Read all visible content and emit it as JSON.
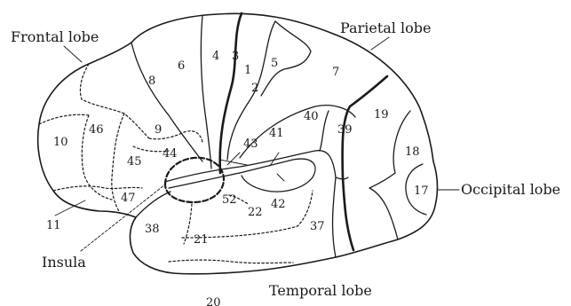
{
  "diagram": {
    "lobes": {
      "frontal": "Frontal lobe",
      "parietal": "Parietal lobe",
      "occipital": "Occipital lobe",
      "temporal": "Temporal lobe",
      "insula": "Insula"
    },
    "areas": [
      "1",
      "2",
      "3",
      "4",
      "5",
      "6",
      "7",
      "8",
      "9",
      "10",
      "11",
      "17",
      "18",
      "19",
      "20",
      "21",
      "22",
      "37",
      "38",
      "39",
      "40",
      "41",
      "42",
      "43",
      "44",
      "45",
      "46",
      "47",
      "52"
    ]
  }
}
